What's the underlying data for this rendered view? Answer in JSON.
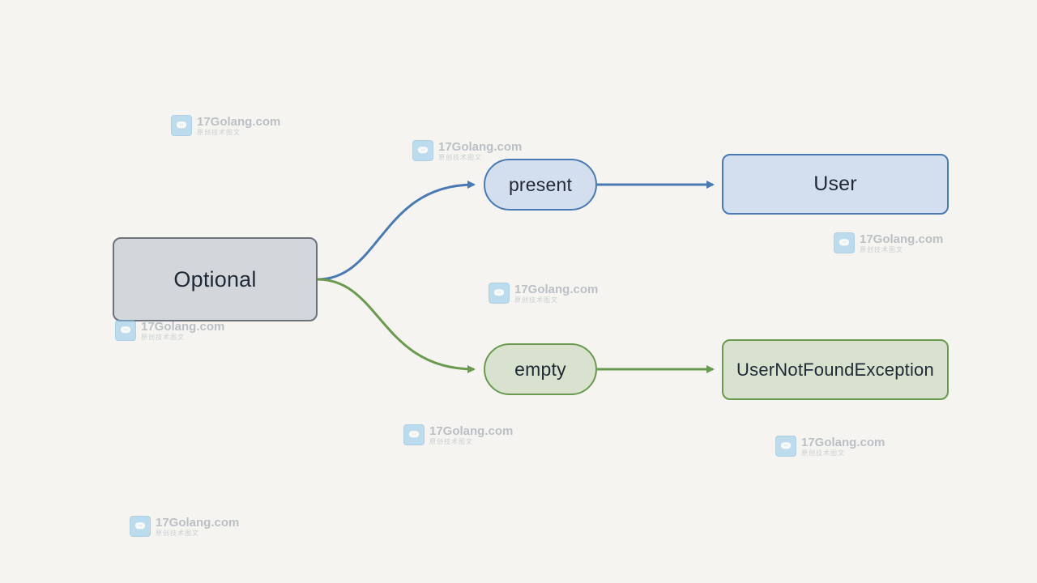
{
  "diagram": {
    "nodes": {
      "optional": {
        "label": "Optional"
      },
      "present": {
        "label": "present"
      },
      "empty": {
        "label": "empty"
      },
      "user": {
        "label": "User"
      },
      "exception": {
        "label": "UserNotFoundException"
      }
    },
    "edges": [
      {
        "from": "optional",
        "to": "present",
        "color": "#4a7ab4"
      },
      {
        "from": "optional",
        "to": "empty",
        "color": "#6a9a4f"
      },
      {
        "from": "present",
        "to": "user",
        "color": "#4a7ab4"
      },
      {
        "from": "empty",
        "to": "exception",
        "color": "#6a9a4f"
      }
    ]
  },
  "colors": {
    "background": "#f5f4f0",
    "gray_fill": "#d3d6da",
    "gray_border": "#6c737a",
    "blue_fill": "#d3dfee",
    "blue_border": "#4a7ab4",
    "green_fill": "#d8e2cf",
    "green_border": "#6a9a4f"
  },
  "watermark": {
    "logo_icon": "17golang-logo-icon",
    "logo_glyph": "ↈ",
    "title": "17Golang.com",
    "subtitle": "原创技术图文"
  }
}
